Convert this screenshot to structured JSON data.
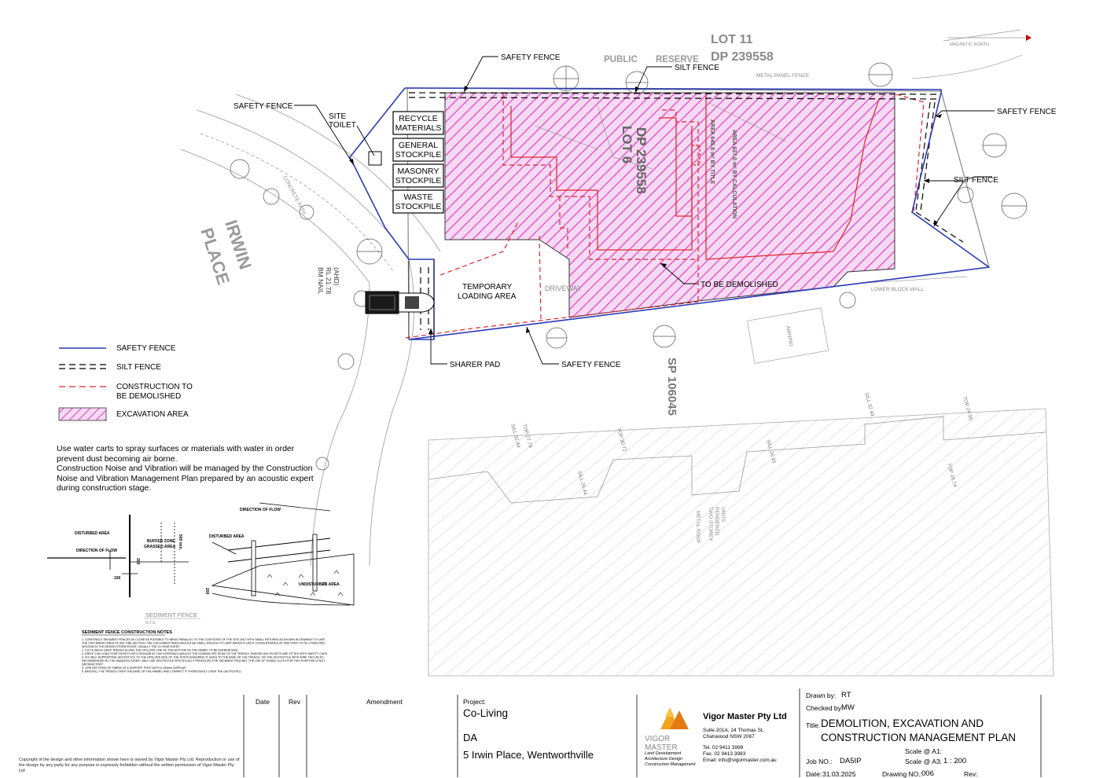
{
  "plan": {
    "lot11": [
      "LOT 11",
      "DP 239558"
    ],
    "public_reserve": [
      "PUBLIC",
      "RESERVE"
    ],
    "lot6": [
      "LOT 6",
      "DP 239558"
    ],
    "street": [
      "IRWIN",
      "PLACE"
    ],
    "sp": "SP 106045",
    "bm_nail": [
      "BM NAIL",
      "RL 21.78",
      "(AHD)"
    ],
    "callouts": {
      "safety_fence_top": "SAFETY FENCE",
      "silt_fence_top": "SILT FENCE",
      "safety_fence_left": "SAFETY FENCE",
      "site_toilet": [
        "SITE",
        "TOILET"
      ],
      "safety_fence_right": "SAFETY FENCE",
      "silt_fence_right": "SILT FENCE",
      "to_be_demolished": "TO BE DEMOLISHED",
      "temporary_loading": [
        "TEMPORARY",
        "LOADING AREA"
      ],
      "sharer_pad": "SHARER PAD",
      "safety_fence_bottom": "SAFETY FENCE",
      "driveway": "DRIVEWAY"
    },
    "stockpiles": [
      [
        "RECYCLE",
        "MATERIALS"
      ],
      [
        "GENERAL",
        "STOCKPILE"
      ],
      [
        "MASONRY",
        "STOCKPILE"
      ],
      [
        "WASTE",
        "STOCKPILE"
      ]
    ],
    "faint_labels": {
      "metal_panel_fence": "METAL PANEL FENCE",
      "lower_block_wall": "LOWER BLOCK WALL",
      "concrete_path": "CONCRETE PATH",
      "area_title": "AREA 645.8 m² BY TITLE",
      "area_calc": "AREA 627.0 m² BY CALCULATION",
      "roof": "METAL ROOF",
      "units": [
        "TWO STOREY",
        "RENDERED",
        "UNITS"
      ],
      "awning": "AWNING"
    }
  },
  "legend": [
    {
      "key": "safety",
      "label": [
        "SAFETY FENCE"
      ],
      "color": "#2b3bb5"
    },
    {
      "key": "silt",
      "label": [
        "SILT FENCE"
      ],
      "color": "#000000"
    },
    {
      "key": "demolish",
      "label": [
        "CONSTRUCTION TO",
        "BE DEMOLISHED"
      ],
      "color": "#e0242b"
    },
    {
      "key": "excavation",
      "label": [
        "EXCAVATION AREA"
      ],
      "color": "#e040c8"
    }
  ],
  "notes": [
    "Use water carts to spray surfaces or materials with water in order prevent dust becoming air borne.",
    "Construction Noise and Vibration will be managed by the Construction Noise and Vibration Management Plan prepared by an acoustic expert during construction stage."
  ],
  "detail": {
    "labels": {
      "disturbed_area_left": "DISTURBED AREA",
      "direction_of_flow_left": "DIRECTION OF FLOW",
      "buffer_zone": [
        "BUFFER ZONE",
        "GRASSED AREA"
      ],
      "direction_of_flow_right": "DIRECTION OF FLOW",
      "disturbed_area_right": "DISTURBED AREA",
      "undisturbed_area": "UNDISTURBED AREA",
      "dim_500": "500 min.",
      "dim_100": "100",
      "dim_300": "300",
      "dim_200": "200"
    },
    "title": "SEDIMENT FENCE",
    "nts": "N.T.S.",
    "notes_title": "SEDIMENT FENCE CONSTRUCTION NOTES",
    "notes_lines": [
      "1. CONSTRUCT SEDIMENT FENCES AS CLOSE AS POSSIBLE TO BEING PARALLEL TO THE CONTOURS OF THE SITE, BUT WITH SMALL RETURNS AS SHOWN IN DRAWING TO LIMIT",
      "THE CATCHMENT AREA OF ANY ONE SECTION. THE CATCHMENT AREA SHOULD BE SMALL ENOUGH TO LIMIT WATER FLOW IF CONCENTRATED AT ONE POINT TO 50 LITRES PER",
      "SECOND IN THE DESIGN STORM EVENT, USUALLY THE 10-YEAR EVENT.",
      "2. CUT A 150mm DEEP TRENCH ALONG THE UPSLOPE LINE OF THE BOTTOM OF THE FABRIC TO BE ENTRENCHED.",
      "3. DRIVE 1.5m LONG STAR PICKETS INTO GROUND AT 2.5m INTERVALS (MAX) AT THE DOWNSLOPE EDGE OF THE TRENCH. ENSURE ANY PICKETS ARE FITTED WITH SAFETY CAPS.",
      "4. FIX SELF-SUPPORTING GEOTEXTILE TO THE UPSLOPE SIDE OF THE POSTS ENSURING IT GOES TO THE BASE OF THE TRENCH. FIX THE GEOTEXTILE WITH WIRE TIES OR AS",
      "RECOMMENDED BY THE MANUFACTURER. ONLY USE GEOTEXTILE SPECIFICALLY PRODUCED FOR SEDIMENT FENCING. THE USE OF SHADE CLOTH FOR THIS PURPOSE IS NOT",
      "SATISFACTORY.",
      "5. JOIN SECTIONS OF FABRIC AT A SUPPORT POST WITH A 150mm OVERLAP.",
      "6. BACKFILL THE TRENCH OVER THE BASE OF THE FABRIC AND COMPACT IT THOROUGHLY OVER THE GEOTEXTILE."
    ]
  },
  "survey_levels": [
    "TOP 27.79",
    "SILL 26.44",
    "TOP 30.72",
    "SILL 32.44",
    "TOP 24.95",
    "SILL 26.41",
    "TOP 26.74",
    "SILL 32.44"
  ],
  "north": "MAGNETIC NORTH",
  "title_block": {
    "col_date": "Date",
    "col_rev": "Rev",
    "col_amendment": "Amendment",
    "project_label": "Project:",
    "project_name": "Co-Living",
    "project_type": "DA",
    "project_address": "5 Irwin Place, Wentworthville",
    "company_name": "Vigor Master Pty Ltd",
    "company_address": [
      "Suite 201A, 24 Thomas St,",
      "Chatswood NSW 2067"
    ],
    "company_contact": [
      "Tel.  02 9411 3998",
      "Fax.  02 9413 3983",
      "Email: info@vigormaster.com.au"
    ],
    "logo_text": [
      "VIGOR",
      "MASTER"
    ],
    "company_tagline": [
      "Land Development",
      "Architecture Design",
      "Construction Management"
    ],
    "drawn_by_label": "Drawn by:",
    "drawn_by": "RT",
    "checked_by_label": "Checked by:",
    "checked_by": "MW",
    "title_label": "Title:",
    "title_lines": [
      "DEMOLITION, EXCAVATION AND",
      "CONSTRUCTION MANAGEMENT PLAN"
    ],
    "scale_a1_label": "Scale @ A1:",
    "scale_a3_label": "Scale @ A3:",
    "scale_a3": "1 : 200",
    "job_no_label": "Job NO.:",
    "job_no": "DA5IP",
    "date_label": "Date:",
    "date": "31.03.2025",
    "drawing_no_label": "Drawing NO.:",
    "drawing_no": "006",
    "rev_label": "Rev:",
    "copyright": "Copyright of the design and other information shown here is owned by Vigor Master Pty Ltd. Reproduction or use of the design by any party for any purpose is expressly forbidden without the written permission of Vigor Master Pty Ltd"
  }
}
